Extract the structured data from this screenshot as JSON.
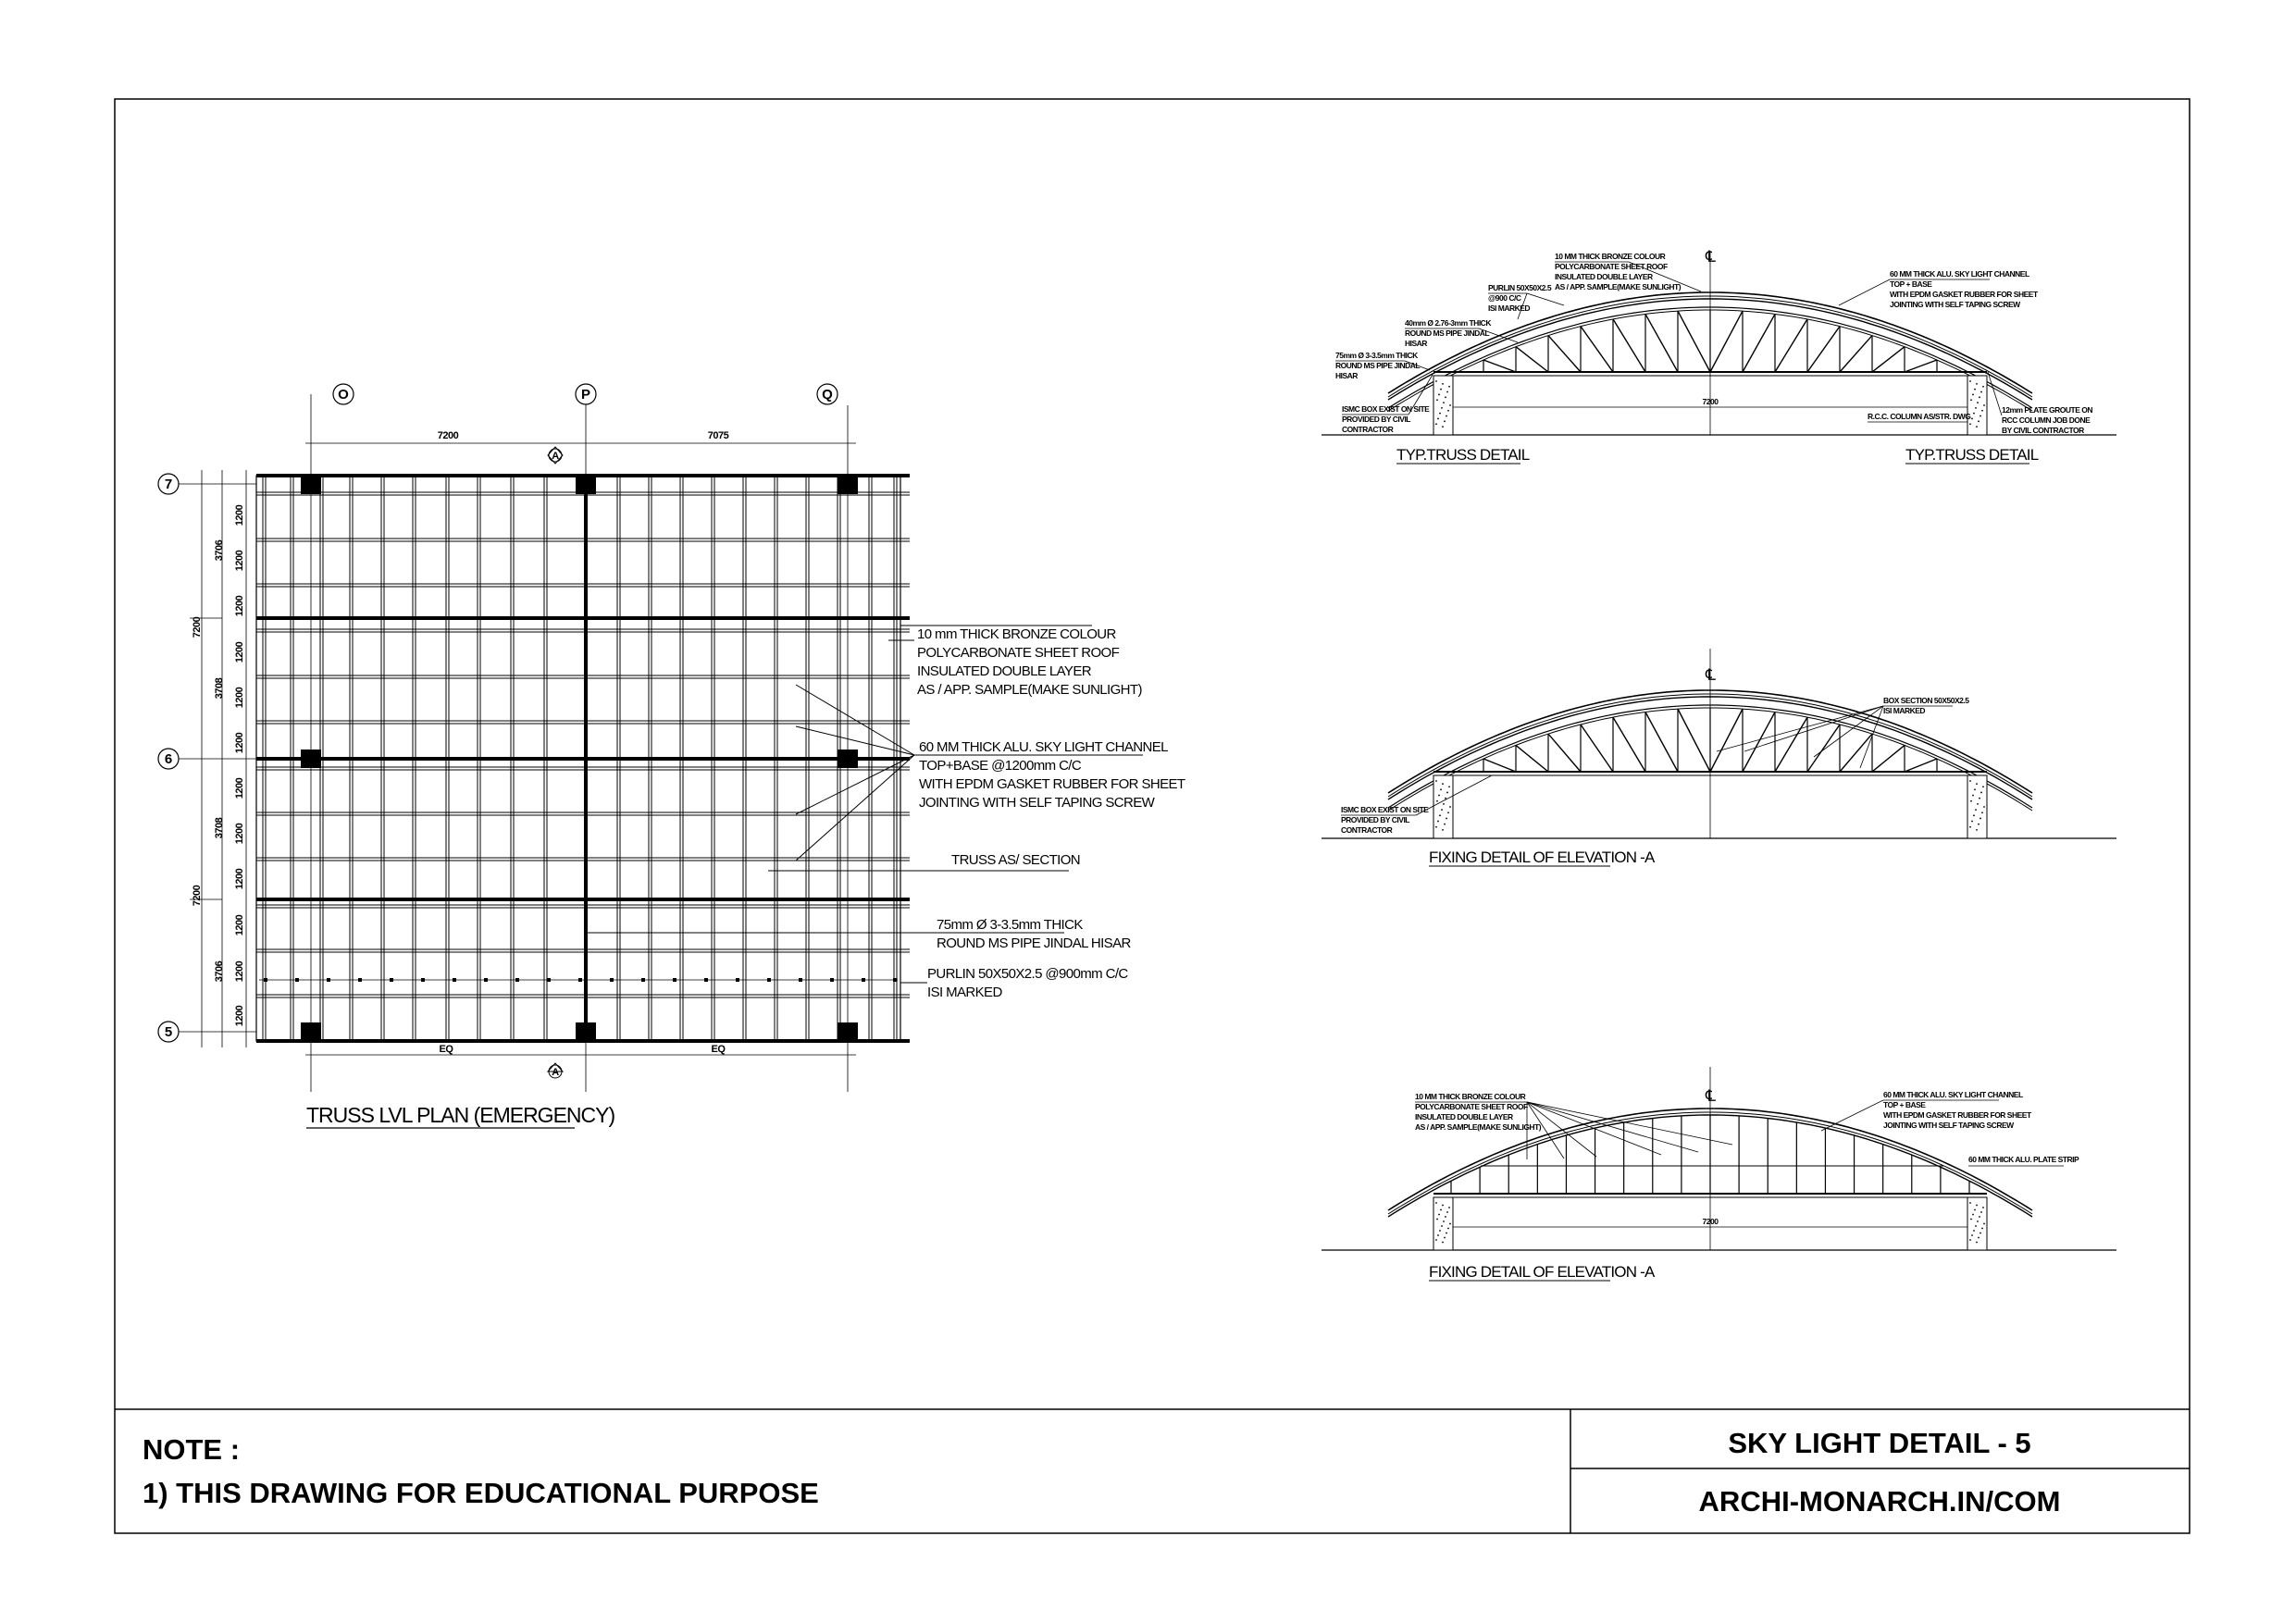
{
  "plan": {
    "title": "TRUSS LVL PLAN (EMERGENCY)",
    "grid_columns": [
      "O",
      "P",
      "Q"
    ],
    "grid_rows": [
      "7",
      "6",
      "5"
    ],
    "dims_top": [
      "7200",
      "7075"
    ],
    "dims_bottom": [
      "EQ",
      "EQ"
    ],
    "dims_left_total": [
      "7200",
      "7200"
    ],
    "dims_left_half": [
      "3706",
      "3708",
      "3708",
      "3706"
    ],
    "dim_spacing": "1200",
    "section_marker": "A",
    "notes": {
      "sheet": [
        "10 mm THICK BRONZE COLOUR",
        "POLYCARBONATE SHEET ROOF",
        "INSULATED DOUBLE LAYER",
        "AS / APP. SAMPLE(MAKE SUNLIGHT)"
      ],
      "channel": [
        "60 MM THICK ALU. SKY LIGHT CHANNEL",
        "TOP+BASE  @1200mm C/C",
        "WITH EPDM GASKET RUBBER FOR SHEET",
        "JOINTING WITH SELF TAPING SCREW"
      ],
      "truss": "TRUSS  AS/ SECTION",
      "pipe": [
        "75mm Ø 3-3.5mm THICK",
        "ROUND MS PIPE JINDAL HISAR"
      ],
      "purlin": [
        "PURLIN 50X50X2.5 @900mm C/C",
        "ISI MARKED"
      ]
    }
  },
  "truss_detail": {
    "title_left": "TYP.TRUSS DETAIL",
    "title_right": "TYP.TRUSS DETAIL",
    "centerline": "℄",
    "span": "7200",
    "sheet": [
      "10 MM THICK BRONZE COLOUR",
      "POLYCARBONATE SHEET ROOF",
      "INSULATED DOUBLE LAYER",
      "AS / APP. SAMPLE(MAKE SUNLIGHT)"
    ],
    "purlin": [
      "PURLIN 50X50X2.5",
      "@900 C/C",
      "ISI MARKED"
    ],
    "pipe40": [
      "40mm Ø 2.76-3mm THICK",
      "ROUND MS PIPE JINDAL",
      "HISAR"
    ],
    "pipe75": [
      "75mm Ø 3-3.5mm THICK",
      "ROUND MS PIPE JINDAL",
      "HISAR"
    ],
    "ismc": [
      "ISMC BOX EXIST ON SITE",
      "PROVIDED BY CIVIL",
      "CONTRACTOR"
    ],
    "channel": [
      "60 MM THICK ALU. SKY LIGHT CHANNEL",
      "TOP + BASE",
      "WITH EPDM GASKET RUBBER FOR SHEET",
      "JOINTING WITH SELF TAPING SCREW"
    ],
    "plate": [
      "12mm PLATE GROUTE ON",
      "RCC COLUMN JOB DONE",
      "BY CIVIL CONTRACTOR"
    ],
    "rcc": "R.C.C. COLUMN AS/STR. DWG"
  },
  "elevation_1": {
    "title": "FIXING DETAIL OF ELEVATION -A",
    "centerline": "℄",
    "box": [
      "BOX SECTION 50X50X2.5",
      "ISI MARKED"
    ],
    "ismc": [
      "ISMC BOX EXIST ON SITE",
      "PROVIDED BY CIVIL",
      "CONTRACTOR"
    ]
  },
  "elevation_2": {
    "title": "FIXING DETAIL OF ELEVATION -A",
    "centerline": "℄",
    "span": "7200",
    "sheet": [
      "10 MM THICK BRONZE COLOUR",
      "POLYCARBONATE SHEET ROOF",
      "INSULATED DOUBLE LAYER",
      "AS / APP. SAMPLE(MAKE SUNLIGHT)"
    ],
    "channel": [
      "60 MM THICK ALU. SKY LIGHT CHANNEL",
      "TOP + BASE",
      "WITH EPDM GASKET RUBBER FOR SHEET",
      "JOINTING WITH SELF TAPING SCREW"
    ],
    "strip": "60 MM THICK ALU. PLATE STRIP"
  },
  "title_block": {
    "note_label": "NOTE :",
    "note_text": "1) THIS DRAWING FOR EDUCATIONAL PURPOSE",
    "sheet_title": "SKY LIGHT DETAIL - 5",
    "website": "ARCHI-MONARCH.IN/COM"
  }
}
